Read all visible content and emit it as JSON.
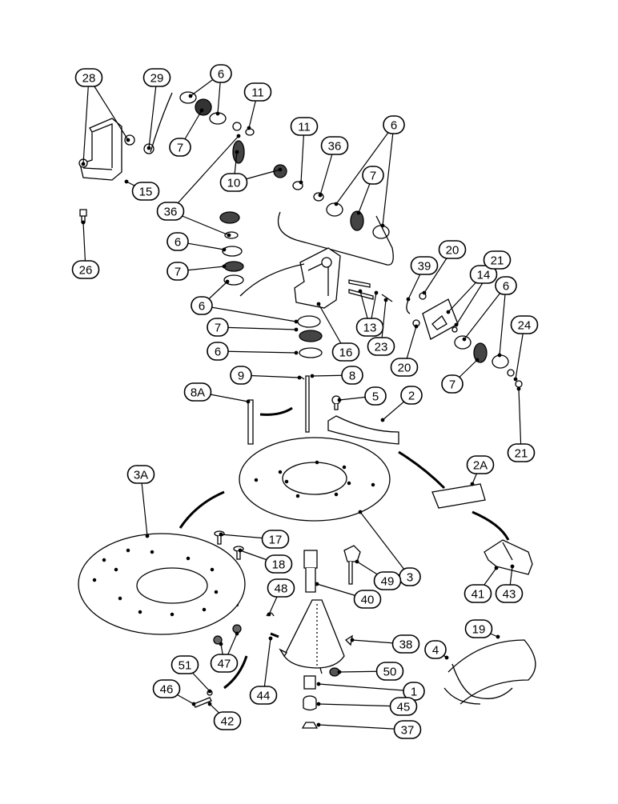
{
  "diagram": {
    "type": "exploded parts diagram",
    "callout_style": "rounded-label",
    "callouts": [
      "28",
      "29",
      "6",
      "11",
      "7",
      "15",
      "26",
      "36",
      "10",
      "11",
      "36",
      "6",
      "7",
      "6",
      "7",
      "6",
      "7",
      "6",
      "16",
      "13",
      "23",
      "39",
      "20",
      "14",
      "21",
      "6",
      "20",
      "7",
      "24",
      "21",
      "9",
      "8",
      "8A",
      "5",
      "2",
      "3A",
      "2A",
      "3",
      "17",
      "18",
      "49",
      "40",
      "48",
      "47",
      "38",
      "19",
      "4",
      "50",
      "51",
      "1",
      "46",
      "42",
      "44",
      "45",
      "37",
      "41",
      "43"
    ]
  }
}
